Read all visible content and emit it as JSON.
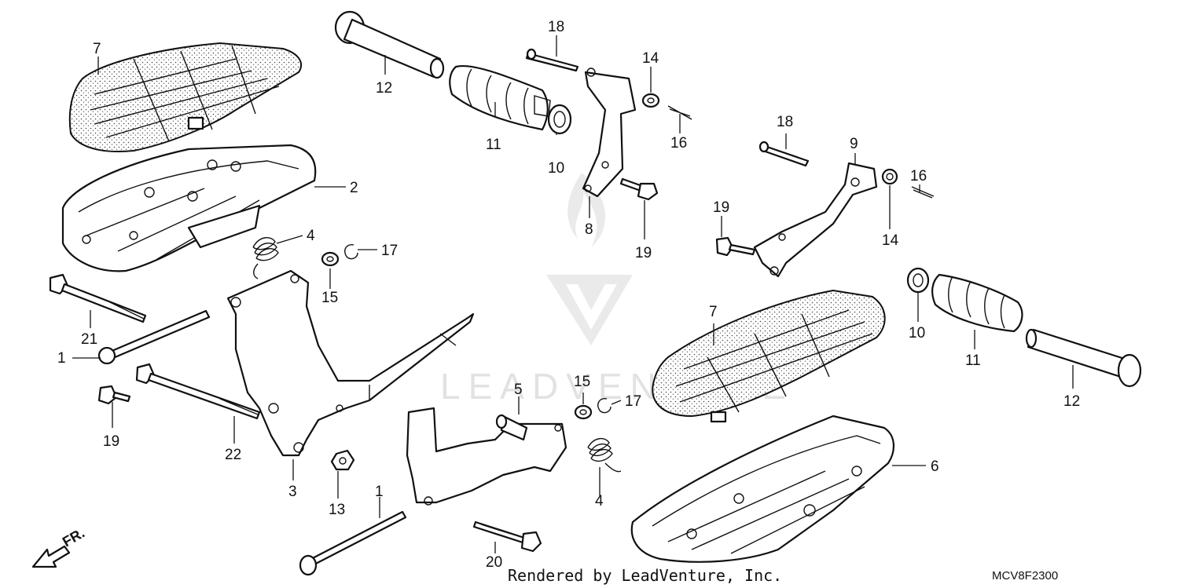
{
  "callouts": {
    "c7a": "7",
    "c12a": "12",
    "c18a": "18",
    "c14a": "14",
    "c11a": "11",
    "c10a": "10",
    "c16a": "16",
    "c2": "2",
    "c4a": "4",
    "c17a": "17",
    "c15a": "15",
    "c8": "8",
    "c19a": "19",
    "c18b": "18",
    "c9": "9",
    "c16b": "16",
    "c19b": "19",
    "c14b": "14",
    "c21": "21",
    "c1a": "1",
    "c7b": "7",
    "c10b": "10",
    "c11b": "11",
    "c12b": "12",
    "c15b": "15",
    "c5": "5",
    "c17b": "17",
    "c19c": "19",
    "c22": "22",
    "c3": "3",
    "c13": "13",
    "c6": "6",
    "c4b": "4",
    "c1b": "1",
    "c20": "20"
  },
  "front_label": "FR.",
  "footer": {
    "credit": "Rendered by LeadVenture, Inc.",
    "diagram_code": "MCV8F2300"
  },
  "watermark": {
    "text": "LEADVENTURE"
  }
}
